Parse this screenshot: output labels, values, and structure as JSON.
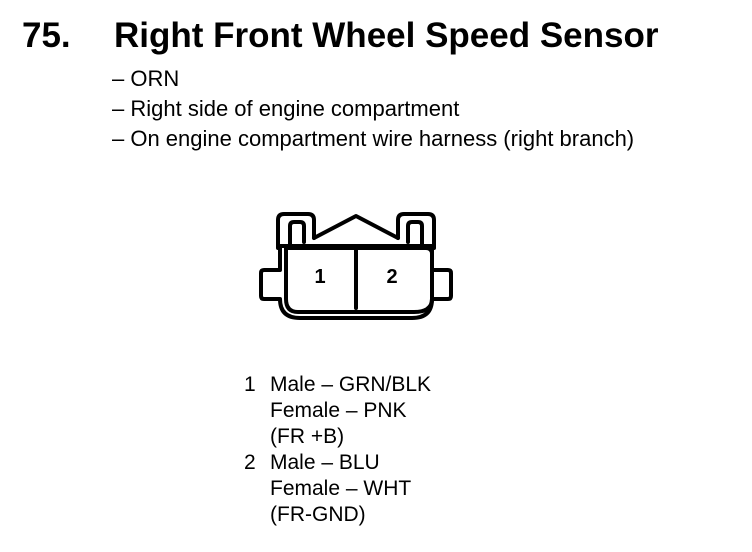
{
  "title": {
    "number": "75.",
    "text": "Right Front Wheel Speed Sensor"
  },
  "info": [
    "– ORN",
    "– Right side of engine compartment",
    "– On engine compartment wire harness (right branch)"
  ],
  "connector": {
    "pin1_label": "1",
    "pin2_label": "2"
  },
  "pins": [
    {
      "number": "1",
      "lines": [
        "Male – GRN/BLK",
        "Female – PNK",
        "(FR +B)"
      ]
    },
    {
      "number": "2",
      "lines": [
        "Male – BLU",
        "Female – WHT",
        "(FR-GND)"
      ]
    }
  ]
}
